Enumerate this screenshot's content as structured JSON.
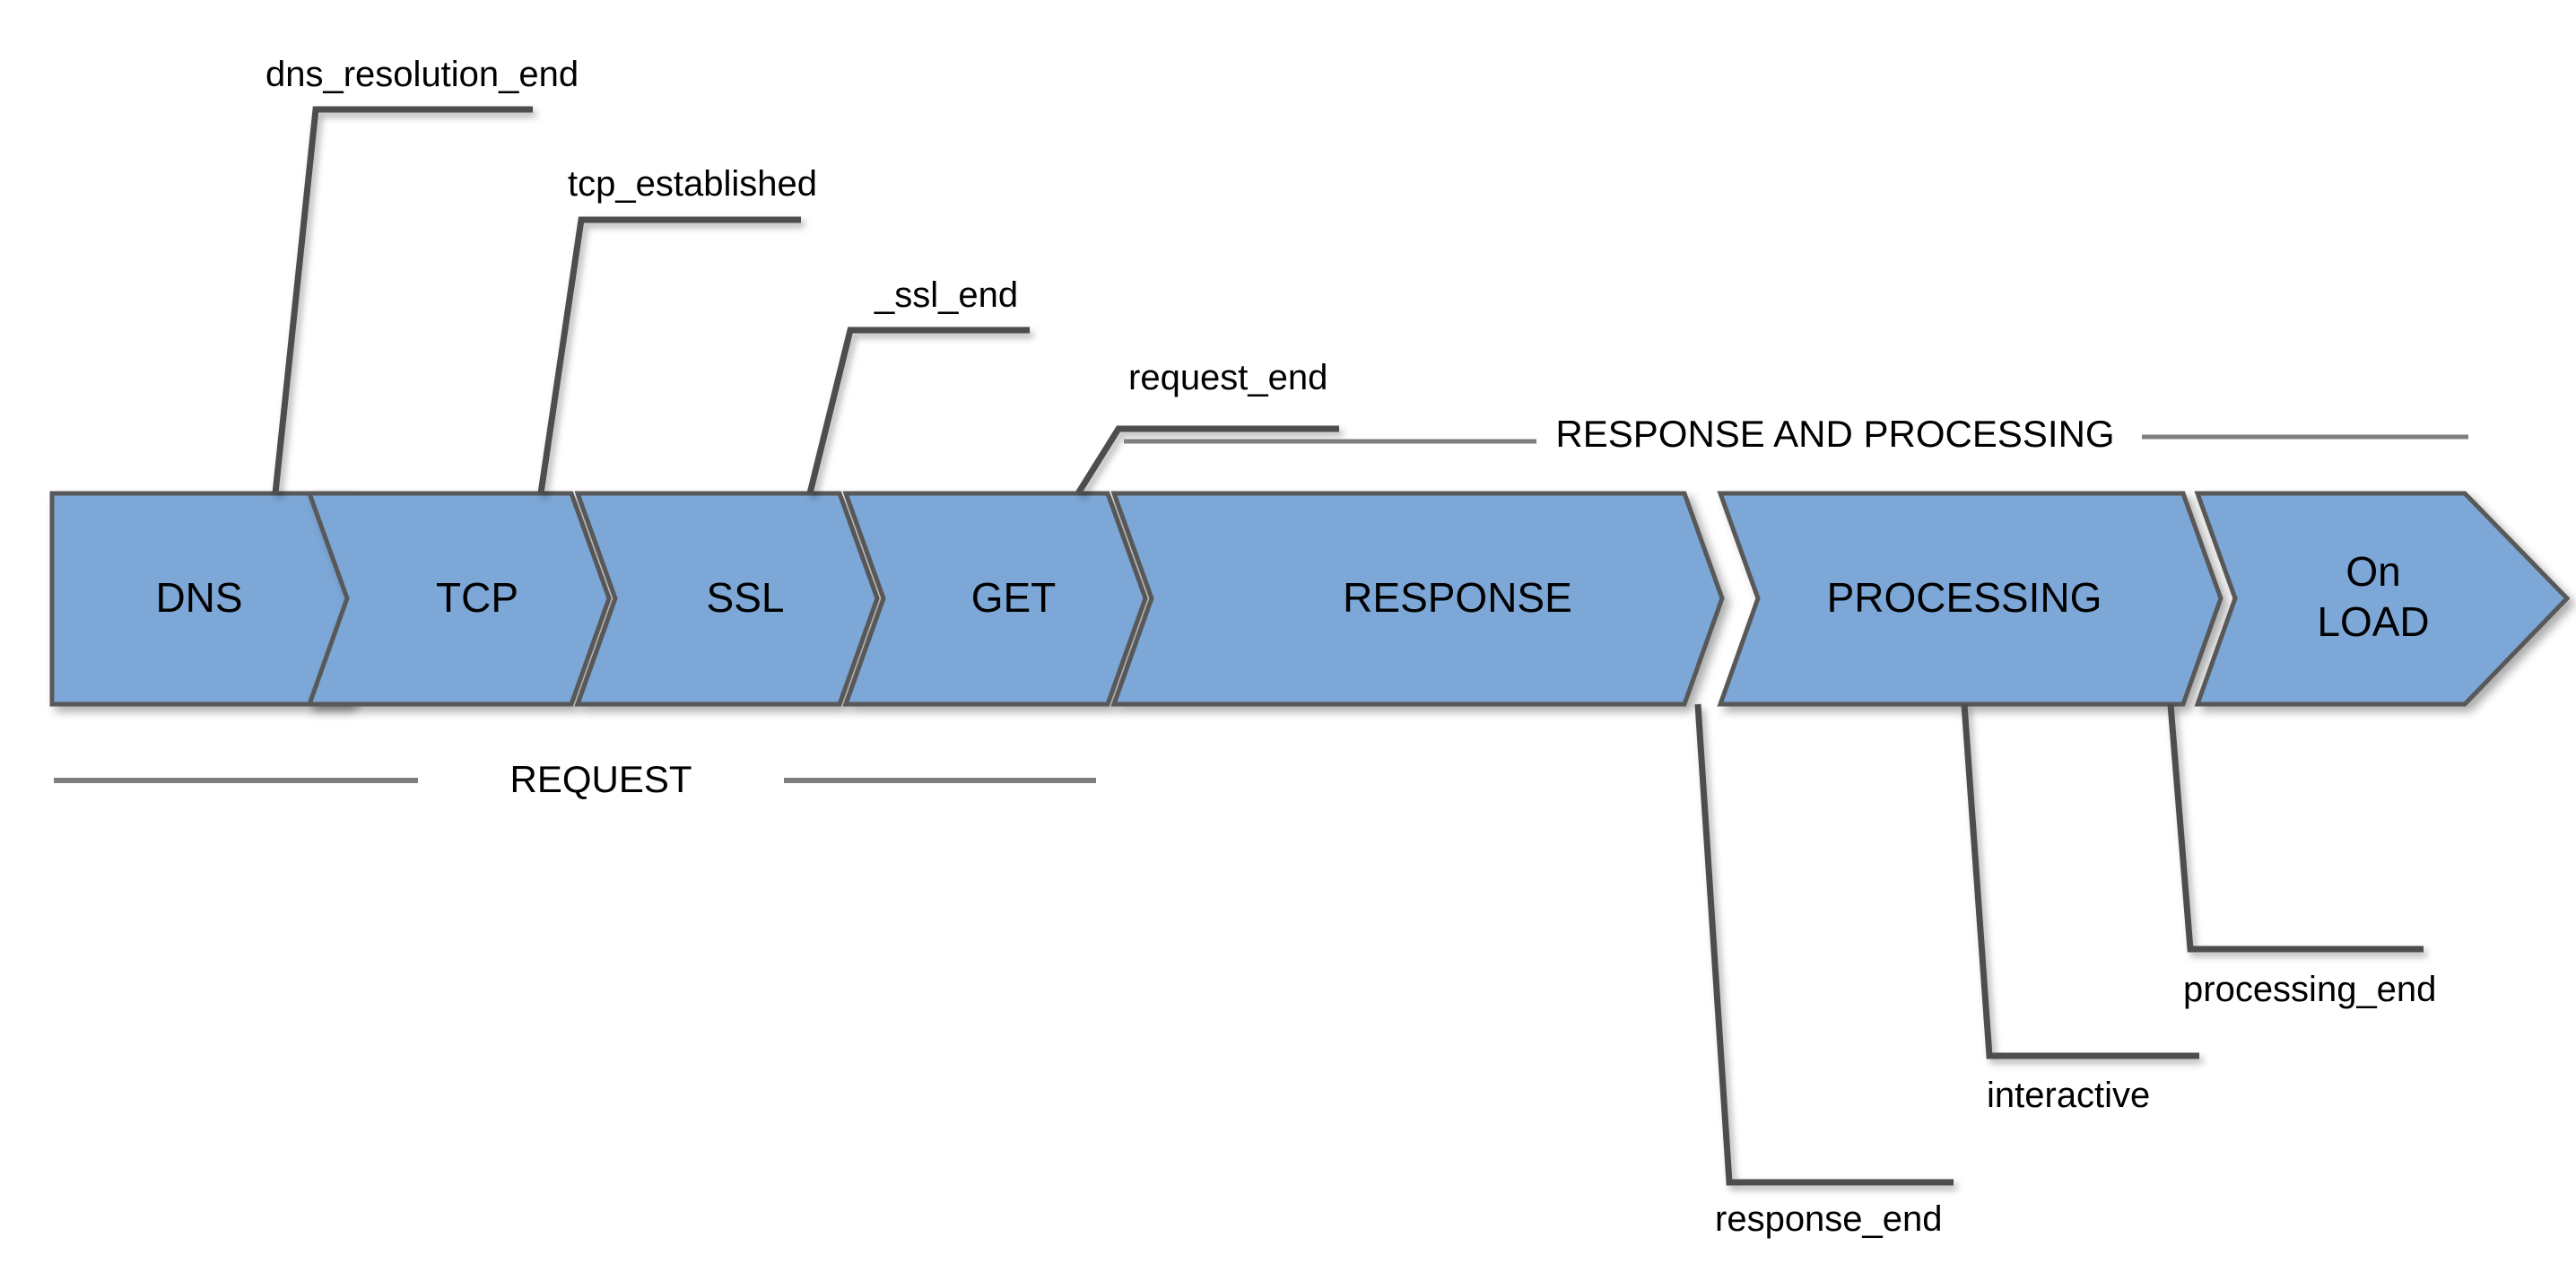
{
  "diagram": {
    "title": "Page Load Timeline Chevron Diagram",
    "background_color": "#ffffff",
    "chevron_fill": "#7BA7D7",
    "chevron_stroke": "#595959",
    "leader_color": "#4D4D4D",
    "phase_rule_color": "#7F7F7F",
    "text_color": "#000000"
  },
  "stages": [
    {
      "id": "dns",
      "label": "DNS",
      "label_line2": ""
    },
    {
      "id": "tcp",
      "label": "TCP",
      "label_line2": ""
    },
    {
      "id": "ssl",
      "label": "SSL",
      "label_line2": ""
    },
    {
      "id": "get",
      "label": "GET",
      "label_line2": ""
    },
    {
      "id": "response",
      "label": "RESPONSE",
      "label_line2": ""
    },
    {
      "id": "processing",
      "label": "PROCESSING",
      "label_line2": ""
    },
    {
      "id": "onload",
      "label": "On",
      "label_line2": "LOAD"
    }
  ],
  "events_top": [
    {
      "id": "dns-resolution-end",
      "label": "dns_resolution_end"
    },
    {
      "id": "tcp-established",
      "label": "tcp_established"
    },
    {
      "id": "ssl-end",
      "label": "_ssl_end"
    },
    {
      "id": "request-end",
      "label": "request_end"
    }
  ],
  "events_bottom": [
    {
      "id": "response-end",
      "label": "response_end"
    },
    {
      "id": "interactive",
      "label": "interactive"
    },
    {
      "id": "processing-end",
      "label": "processing_end"
    }
  ],
  "phases": [
    {
      "id": "request",
      "label": "REQUEST"
    },
    {
      "id": "response-and-processing",
      "label": "RESPONSE AND PROCESSING"
    }
  ]
}
